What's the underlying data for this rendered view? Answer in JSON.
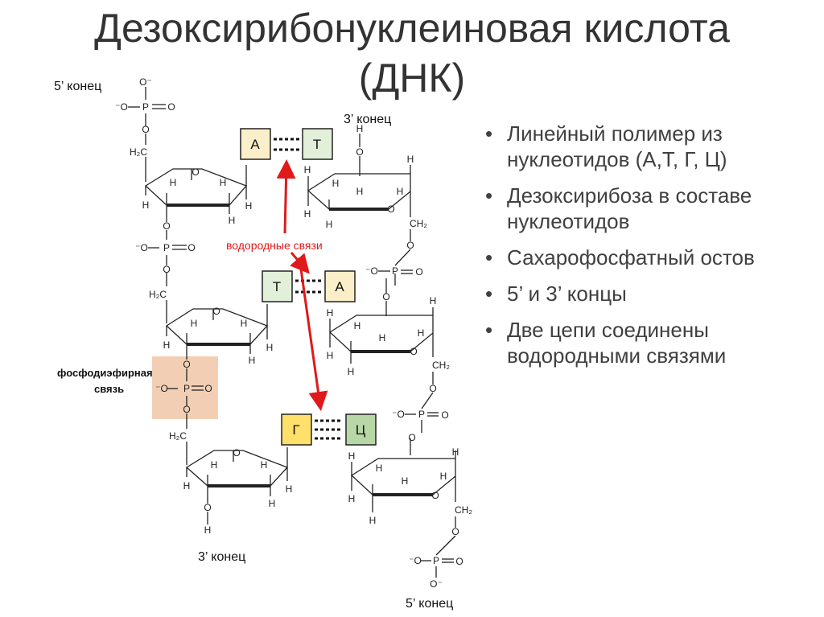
{
  "title_line1": "Дезоксирибонуклеиновая кислота",
  "title_line2": "(ДНК)",
  "bullets": [
    "Линейный полимер из нуклеотидов (А,Т, Г, Ц)",
    "Дезоксирибоза в составе нуклеотидов",
    "Сахарофосфатный остов",
    "5’ и 3’ концы",
    "Две цепи соединены водородными связями"
  ],
  "diagram": {
    "end_5_top": "5’ конец",
    "end_3_top": "3’ конец",
    "end_3_bottom": "3’ конец",
    "end_5_bottom": "5’ конец",
    "hydrogen_bonds_label": "водородные связи",
    "phosphodiester_label_1": "фосфодиэфирная",
    "phosphodiester_label_2": "связь",
    "pairs": [
      {
        "left": "А",
        "right": "Т",
        "left_color": "#fbefc9",
        "right_color": "#e2efd9"
      },
      {
        "left": "Т",
        "right": "А",
        "left_color": "#e2efd9",
        "right_color": "#fbefc9"
      },
      {
        "left": "Г",
        "right": "Ц",
        "left_color": "#ffe06a",
        "right_color": "#b7d7a6"
      }
    ],
    "highlight_color": "#f2cfb4",
    "arrow_color": "#e0191b"
  }
}
